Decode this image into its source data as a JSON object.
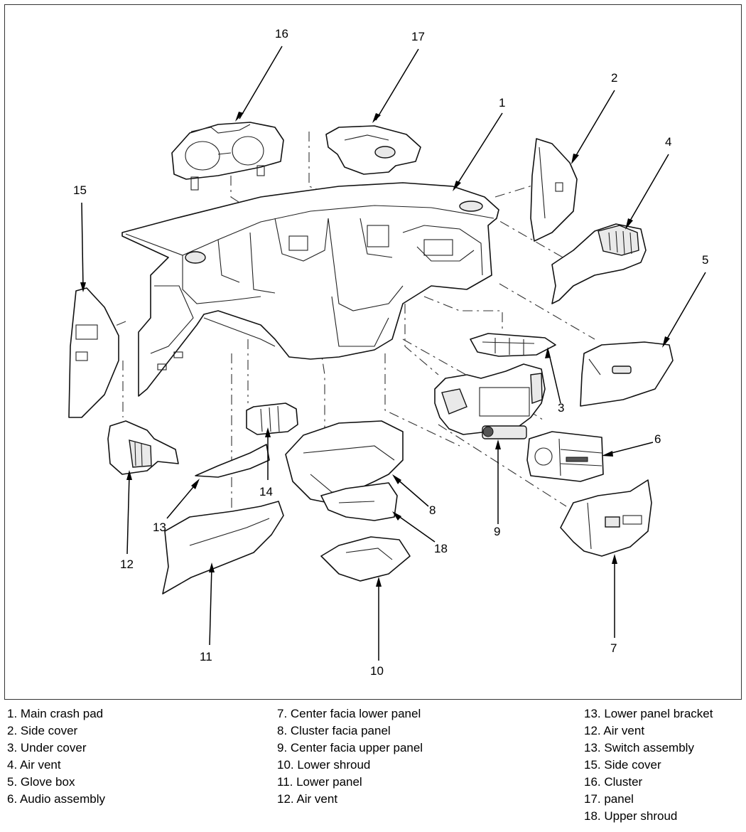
{
  "callouts": {
    "c1": "1",
    "c2": "2",
    "c3": "3",
    "c4": "4",
    "c5": "5",
    "c6": "6",
    "c7": "7",
    "c8": "8",
    "c9": "9",
    "c10": "10",
    "c11": "11",
    "c12": "12",
    "c13": "13",
    "c14": "14",
    "c15": "15",
    "c16": "16",
    "c17": "17",
    "c18": "18"
  },
  "legend": {
    "column_1": [
      "1. Main crash pad",
      "2. Side cover",
      "3. Under cover",
      "4. Air vent",
      "5. Glove box",
      "6. Audio assembly"
    ],
    "column_2": [
      "7. Center facia lower panel",
      "8. Cluster facia panel",
      "9. Center facia upper panel",
      "10. Lower shroud",
      "11. Lower panel",
      "12. Air vent"
    ],
    "column_3": [
      "13. Lower panel bracket",
      "12. Air vent",
      "13. Switch assembly",
      "15. Side cover",
      "16. Cluster",
      "17. panel",
      "18. Upper shroud"
    ]
  }
}
